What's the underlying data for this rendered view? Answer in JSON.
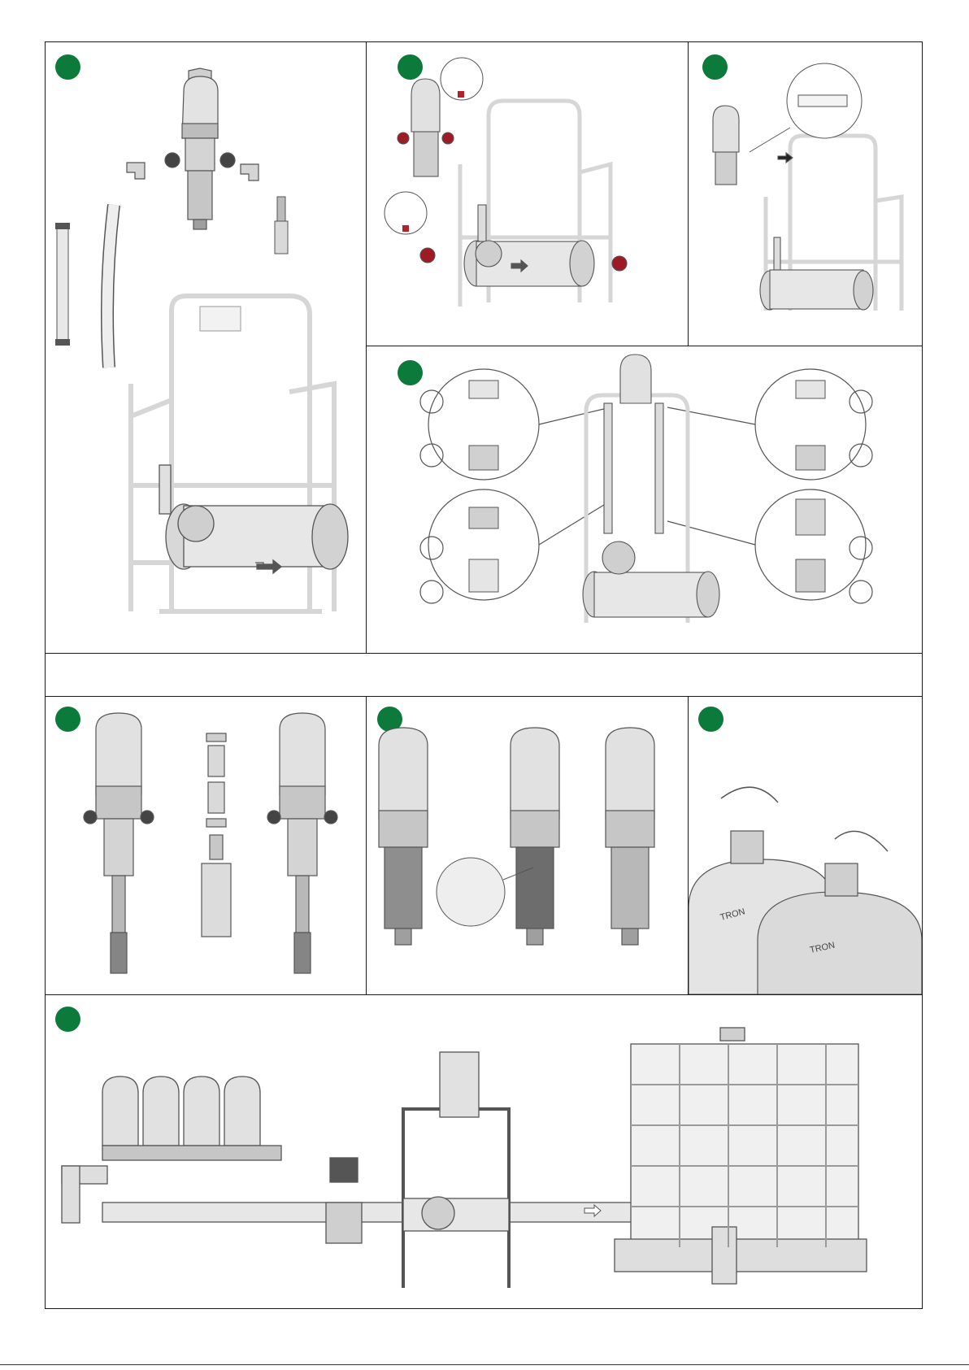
{
  "colors": {
    "accent": "#0b7a3b",
    "line": "#1a1a1a",
    "device": "#d9d9d9",
    "device_dark": "#6d6d6d",
    "frame_ghost": "#d6d6d6",
    "seal_red": "#b1212b"
  },
  "icons": {
    "step_marker": "step-dot-icon",
    "rotate_arrow": "curved-arrow-icon",
    "flow_arrow": "flow-arrow-icon"
  },
  "labels": {
    "brand_fragment_1": "TRON",
    "brand_fragment_2": "TRON"
  },
  "panels": [
    {
      "id": "panel-1",
      "illustration": "exploded-assembly"
    },
    {
      "id": "panel-2",
      "illustration": "seal-removal"
    },
    {
      "id": "panel-3",
      "illustration": "flow-direction-check"
    },
    {
      "id": "panel-4",
      "illustration": "hose-connection-detail"
    },
    {
      "id": "panel-5",
      "illustration": "suction-tube-assembly"
    },
    {
      "id": "panel-6",
      "illustration": "dosing-unit-variants"
    },
    {
      "id": "panel-7",
      "illustration": "cap-rotation"
    },
    {
      "id": "panel-8",
      "illustration": "installation-overview"
    }
  ]
}
